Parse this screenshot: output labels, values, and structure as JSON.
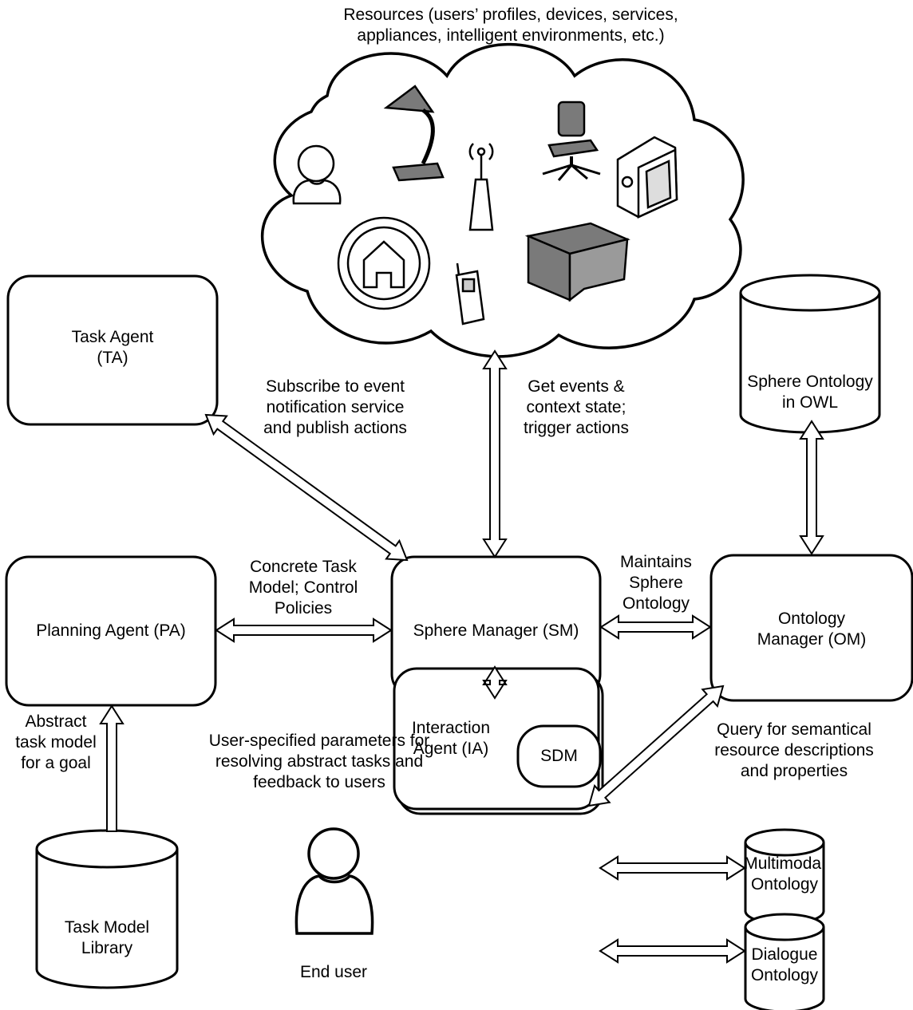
{
  "resources": {
    "caption": "Resources (users’ profiles, devices, services,\nappliances, intelligent environments, etc.)",
    "icons": [
      "user-icon",
      "desk-lamp-icon",
      "wireless-router-icon",
      "office-chair-icon",
      "media-player-icon",
      "smart-home-icon",
      "mobile-phone-icon",
      "desk-icon"
    ]
  },
  "nodes": {
    "task_agent": "Task Agent\n(TA)",
    "planning_agent": "Planning Agent (PA)",
    "sphere_manager": "Sphere Manager (SM)",
    "ontology_manager": "Ontology\nManager (OM)",
    "interaction_agent": "Interaction\nAgent (IA)",
    "sdm": "SDM",
    "end_user": "End user"
  },
  "databases": {
    "sphere_ontology": "Sphere Ontology\nin OWL",
    "task_model_library": "Task Model\nLibrary",
    "multimodal_ontology": "Multimodal\nOntology",
    "dialogue_ontology": "Dialogue\nOntology"
  },
  "edge_labels": {
    "ta_sm": "Subscribe to event\nnotification service\nand publish actions",
    "resources_sm": "Get events &\ncontext state;\ntrigger actions",
    "pa_sm": "Concrete Task\nModel; Control\nPolicies",
    "sm_om": "Maintains\nSphere\nOntology",
    "library_pa": "Abstract\ntask model\nfor a goal",
    "sm_ia": "User-specified parameters for\nresolving abstract tasks and\nfeedback to users",
    "om_ia": "Query for semantical\nresource descriptions\nand properties"
  },
  "colors": {
    "stroke": "#000000",
    "icon_fill": "#7a7a7a",
    "background": "#ffffff"
  }
}
